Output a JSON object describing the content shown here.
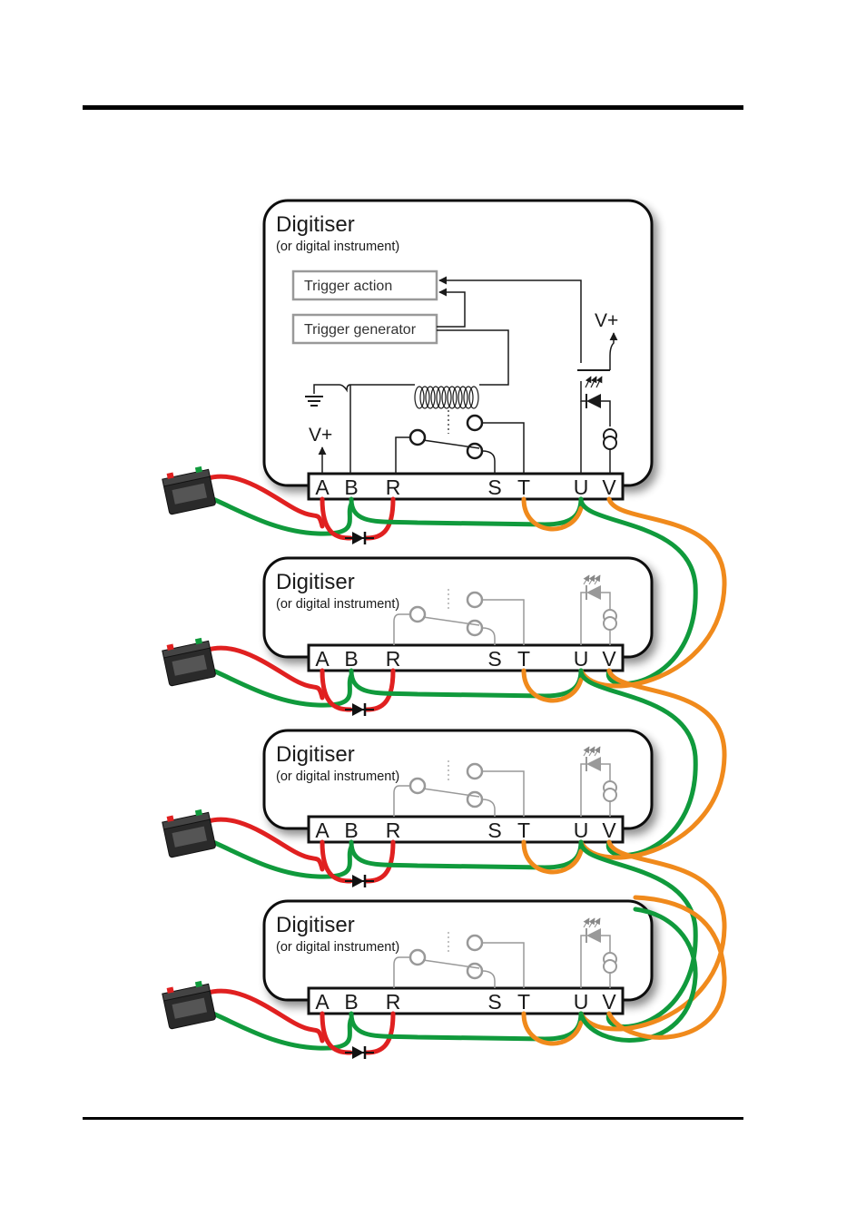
{
  "colors": {
    "power_positive": "#e02020",
    "power_negative": "#109a3c",
    "signal": "#f08a1c",
    "panel_border": "#111111",
    "panel_fill": "#ffffff"
  },
  "units": [
    {
      "title": "Digitiser",
      "subtitle": "(or digital instrument)",
      "terminals": [
        "A",
        "B",
        "R",
        "S",
        "T",
        "U",
        "V"
      ],
      "detailed": true,
      "trigger_action": "Trigger action",
      "trigger_generator": "Trigger generator",
      "vplus_1": "V+",
      "vplus_2": "V+"
    },
    {
      "title": "Digitiser",
      "subtitle": "(or digital instrument)",
      "terminals": [
        "A",
        "B",
        "R",
        "S",
        "T",
        "U",
        "V"
      ],
      "detailed": false
    },
    {
      "title": "Digitiser",
      "subtitle": "(or digital instrument)",
      "terminals": [
        "A",
        "B",
        "R",
        "S",
        "T",
        "U",
        "V"
      ],
      "detailed": false
    },
    {
      "title": "Digitiser",
      "subtitle": "(or digital instrument)",
      "terminals": [
        "A",
        "B",
        "R",
        "S",
        "T",
        "U",
        "V"
      ],
      "detailed": false
    }
  ],
  "icons": {
    "battery": "battery-icon",
    "diode": "diode-icon",
    "ground": "ground-icon",
    "relay": "relay-switch-icon",
    "optocoupler": "optocoupler-icon",
    "current_source": "current-source-icon",
    "coil": "relay-coil-icon"
  }
}
